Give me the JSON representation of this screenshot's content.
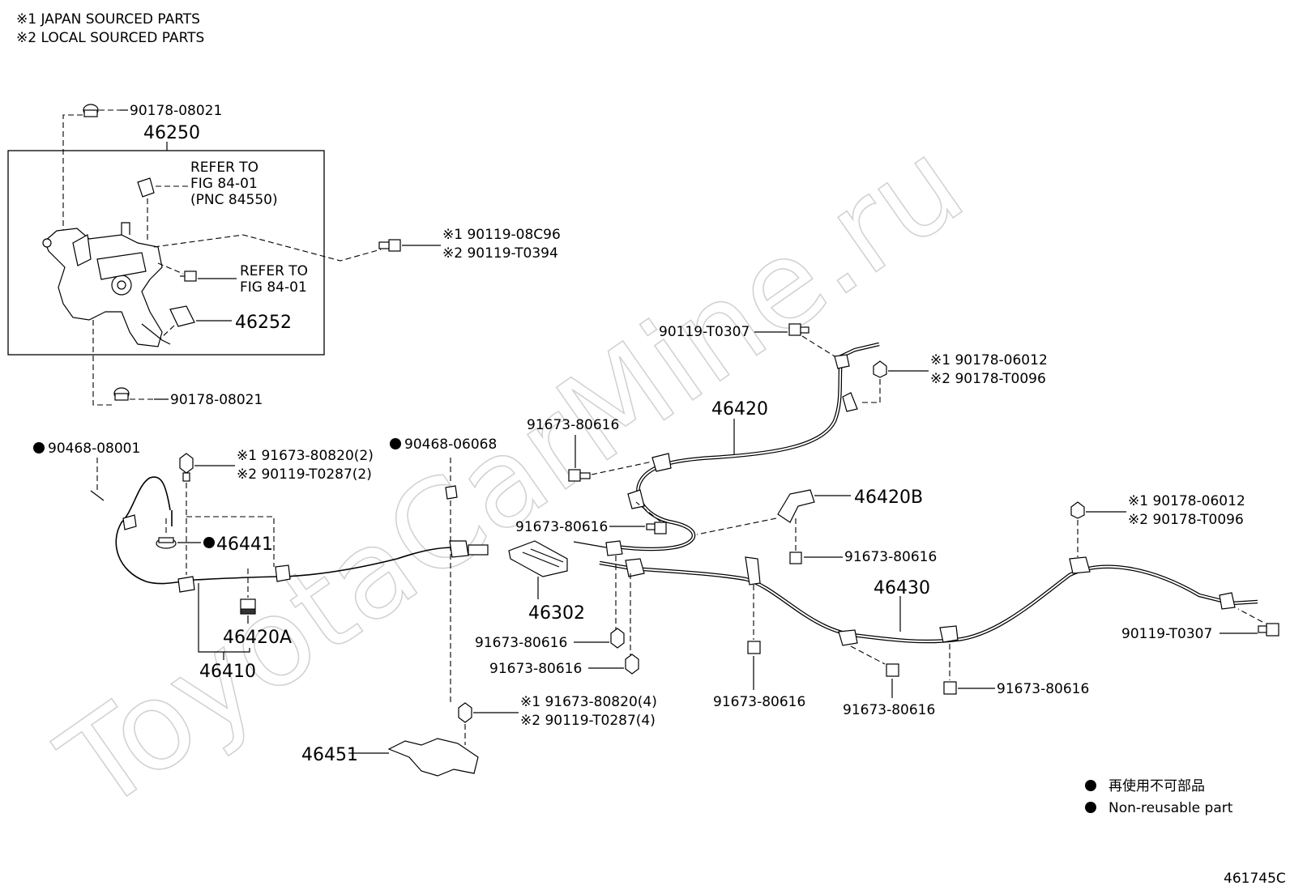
{
  "header": {
    "note1": "※1 JAPAN SOURCED PARTS",
    "note2": "※2 LOCAL SOURCED PARTS"
  },
  "watermark": "ToyotaCarMine.ru",
  "diagram_id": "461745C",
  "legend": {
    "jp": "再使用不可部品",
    "en": "Non-reusable part"
  },
  "labels": {
    "p_90178_08021_top": "90178-08021",
    "p_46250": "46250",
    "refer1_l1": "REFER TO",
    "refer1_l2": "FIG 84-01",
    "refer1_l3": "(PNC 84550)",
    "refer2_l1": "REFER TO",
    "refer2_l2": "FIG 84-01",
    "p_46252": "46252",
    "p_90178_08021_bot": "90178-08021",
    "bolt_a1": "※1 90119-08C96",
    "bolt_a2": "※2 90119-T0394",
    "p_90119_T0307_top": "90119-T0307",
    "nut_b1": "※1 90178-06012",
    "nut_b2": "※2 90178-T0096",
    "p_46420": "46420",
    "p_91673_80616_a": "91673-80616",
    "p_90468_08001": "90468-08001",
    "p_90468_06068": "90468-06068",
    "bolt_c1": "※1 91673-80820(2)",
    "bolt_c2": "※2 90119-T0287(2)",
    "p_46441": "46441",
    "p_91673_80616_b": "91673-80616",
    "p_46420B": "46420B",
    "p_91673_80616_c": "91673-80616",
    "nut_d1": "※1 90178-06012",
    "nut_d2": "※2 90178-T0096",
    "p_46430": "46430",
    "p_46302": "46302",
    "p_46420A": "46420A",
    "p_46410": "46410",
    "p_91673_80616_d": "91673-80616",
    "p_91673_80616_e": "91673-80616",
    "p_90119_T0307_bot": "90119-T0307",
    "p_91673_80616_f": "91673-80616",
    "p_91673_80616_g": "91673-80616",
    "p_91673_80616_h": "91673-80616",
    "bolt_e1": "※1 91673-80820(4)",
    "bolt_e2": "※2 90119-T0287(4)",
    "p_46451": "46451"
  }
}
